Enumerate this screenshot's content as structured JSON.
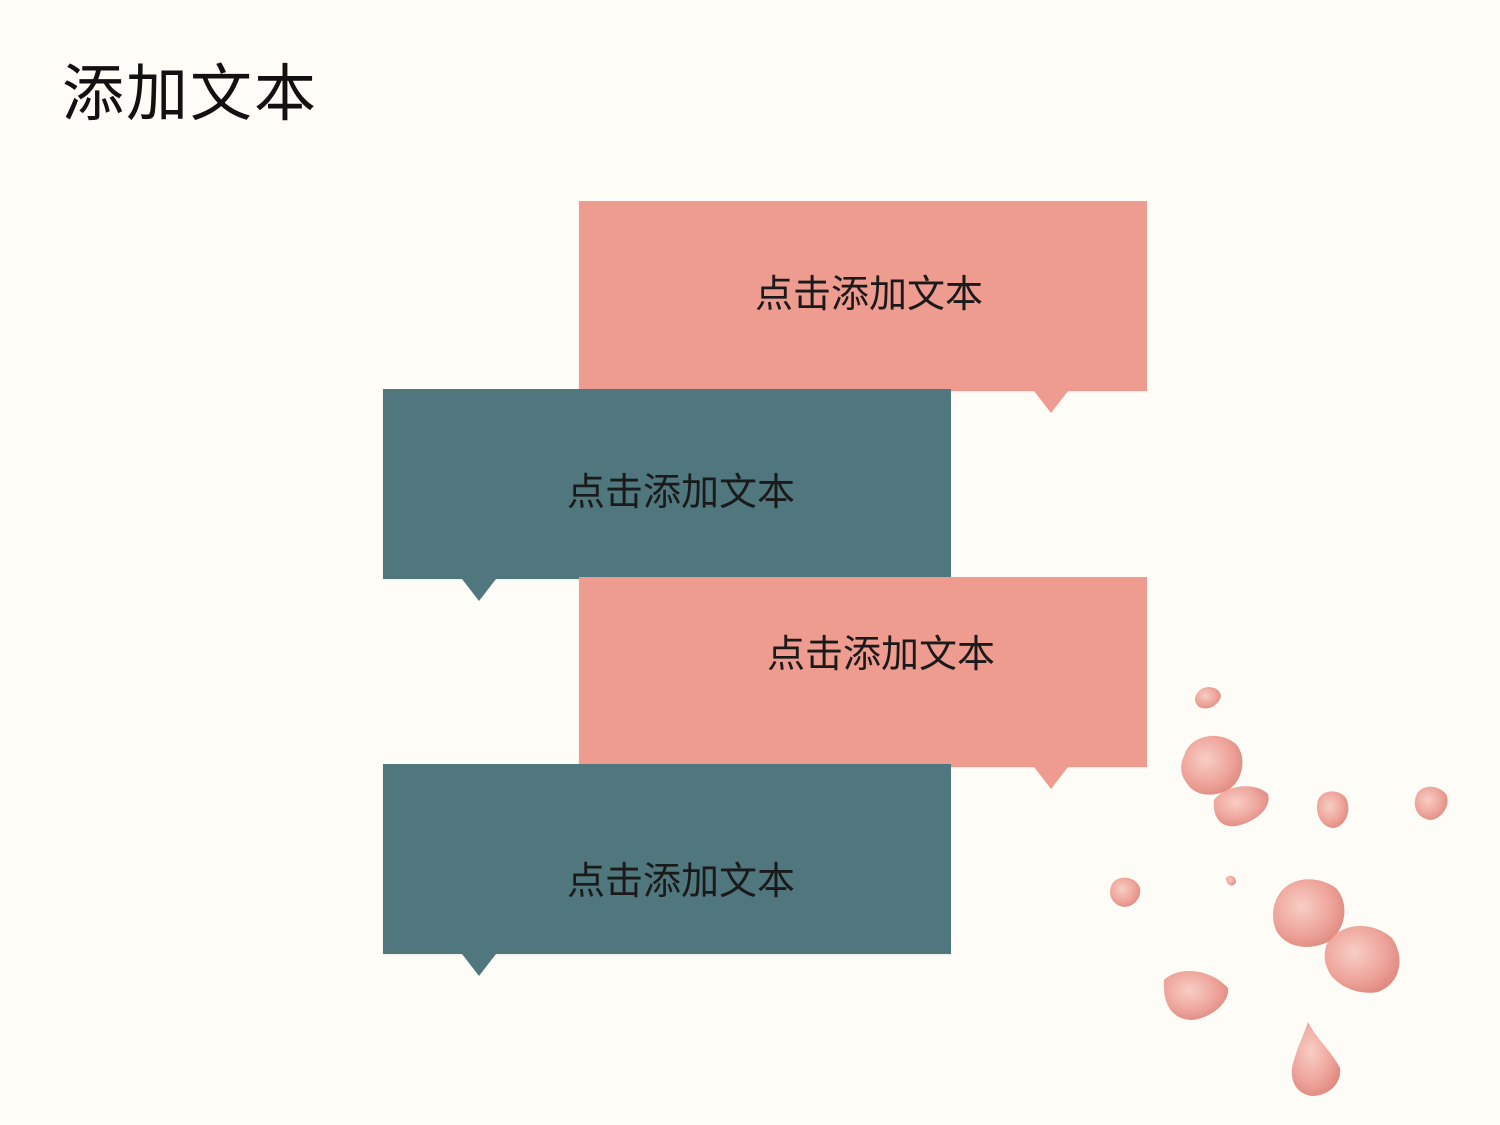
{
  "slide": {
    "title": "添加文本",
    "colors": {
      "background": "#fdfcf6",
      "pink": "#ee9b90",
      "teal": "#4f777d",
      "petal": "#ec9a90"
    },
    "callouts": [
      {
        "label": "点击添加文本",
        "color": "pink"
      },
      {
        "label": "点击添加文本",
        "color": "teal"
      },
      {
        "label": "点击添加文本",
        "color": "pink"
      },
      {
        "label": "点击添加文本",
        "color": "teal"
      }
    ],
    "decoration": "petals-illustration"
  }
}
